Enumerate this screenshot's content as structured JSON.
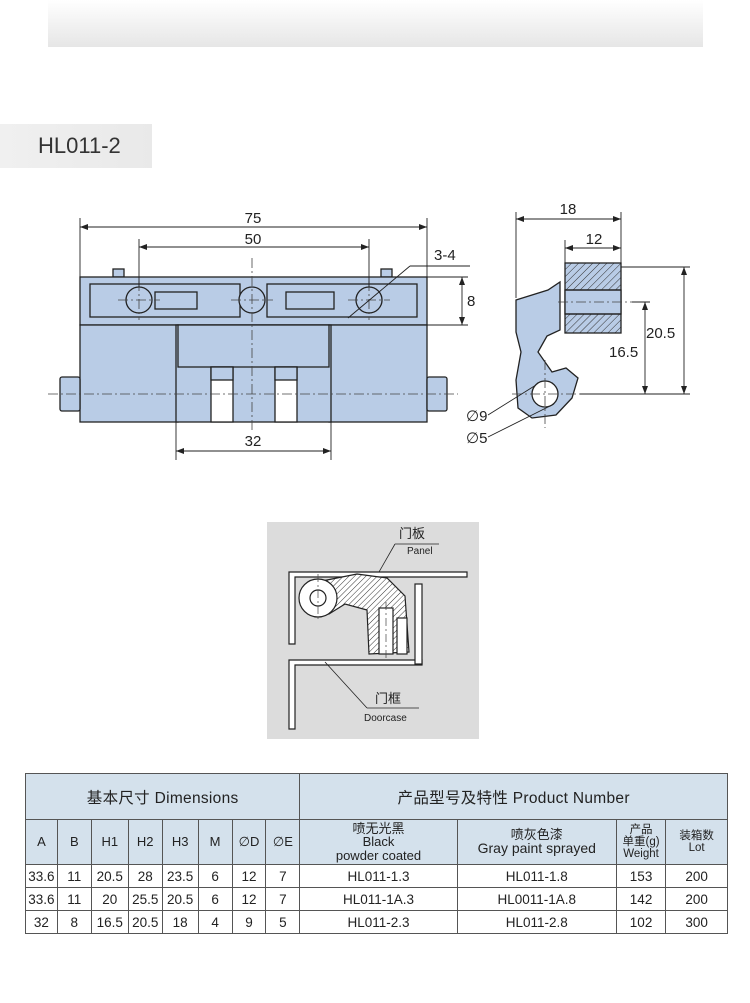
{
  "model_code": "HL011-2",
  "drawing": {
    "dims": {
      "overall_width": "75",
      "hole_spacing": "50",
      "screw": "3-4",
      "slot_height": "8",
      "center_width": "32",
      "side_width": "18",
      "side_inner": "12",
      "side_height": "20.5",
      "side_offset": "16.5",
      "phi_outer": "∅9",
      "phi_inner": "∅5"
    }
  },
  "install_diagram": {
    "panel_cn": "门板",
    "panel_en": "Panel",
    "frame_cn": "门框",
    "frame_en": "Doorcase"
  },
  "table": {
    "dimensions_title": "基本尺寸 Dimensions",
    "product_title": "产品型号及特性 Product Number",
    "dim_columns": [
      "A",
      "B",
      "H1",
      "H2",
      "H3",
      "M",
      "∅D",
      "∅E"
    ],
    "black_cn": "喷无光黑",
    "black_en1": "Black",
    "black_en2": "powder coated",
    "gray_cn": "喷灰色漆",
    "gray_en": "Gray paint sprayed",
    "weight_cn1": "产品",
    "weight_cn2": "单重(g)",
    "weight_en": "Weight",
    "lot_cn": "装箱数",
    "lot_en": "Lot",
    "rows": [
      [
        "33.6",
        "11",
        "20.5",
        "28",
        "23.5",
        "6",
        "12",
        "7",
        "HL011-1.3",
        "HL011-1.8",
        "153",
        "200"
      ],
      [
        "33.6",
        "11",
        "20",
        "25.5",
        "20.5",
        "6",
        "12",
        "7",
        "HL011-1A.3",
        "HL0011-1A.8",
        "142",
        "200"
      ],
      [
        "32",
        "8",
        "16.5",
        "20.5",
        "18",
        "4",
        "9",
        "5",
        "HL011-2.3",
        "HL011-2.8",
        "102",
        "300"
      ]
    ]
  },
  "colors": {
    "part_fill": "#b9cce6",
    "table_header": "#d4e1ec",
    "diagram_bg": "#dcdcdc"
  }
}
